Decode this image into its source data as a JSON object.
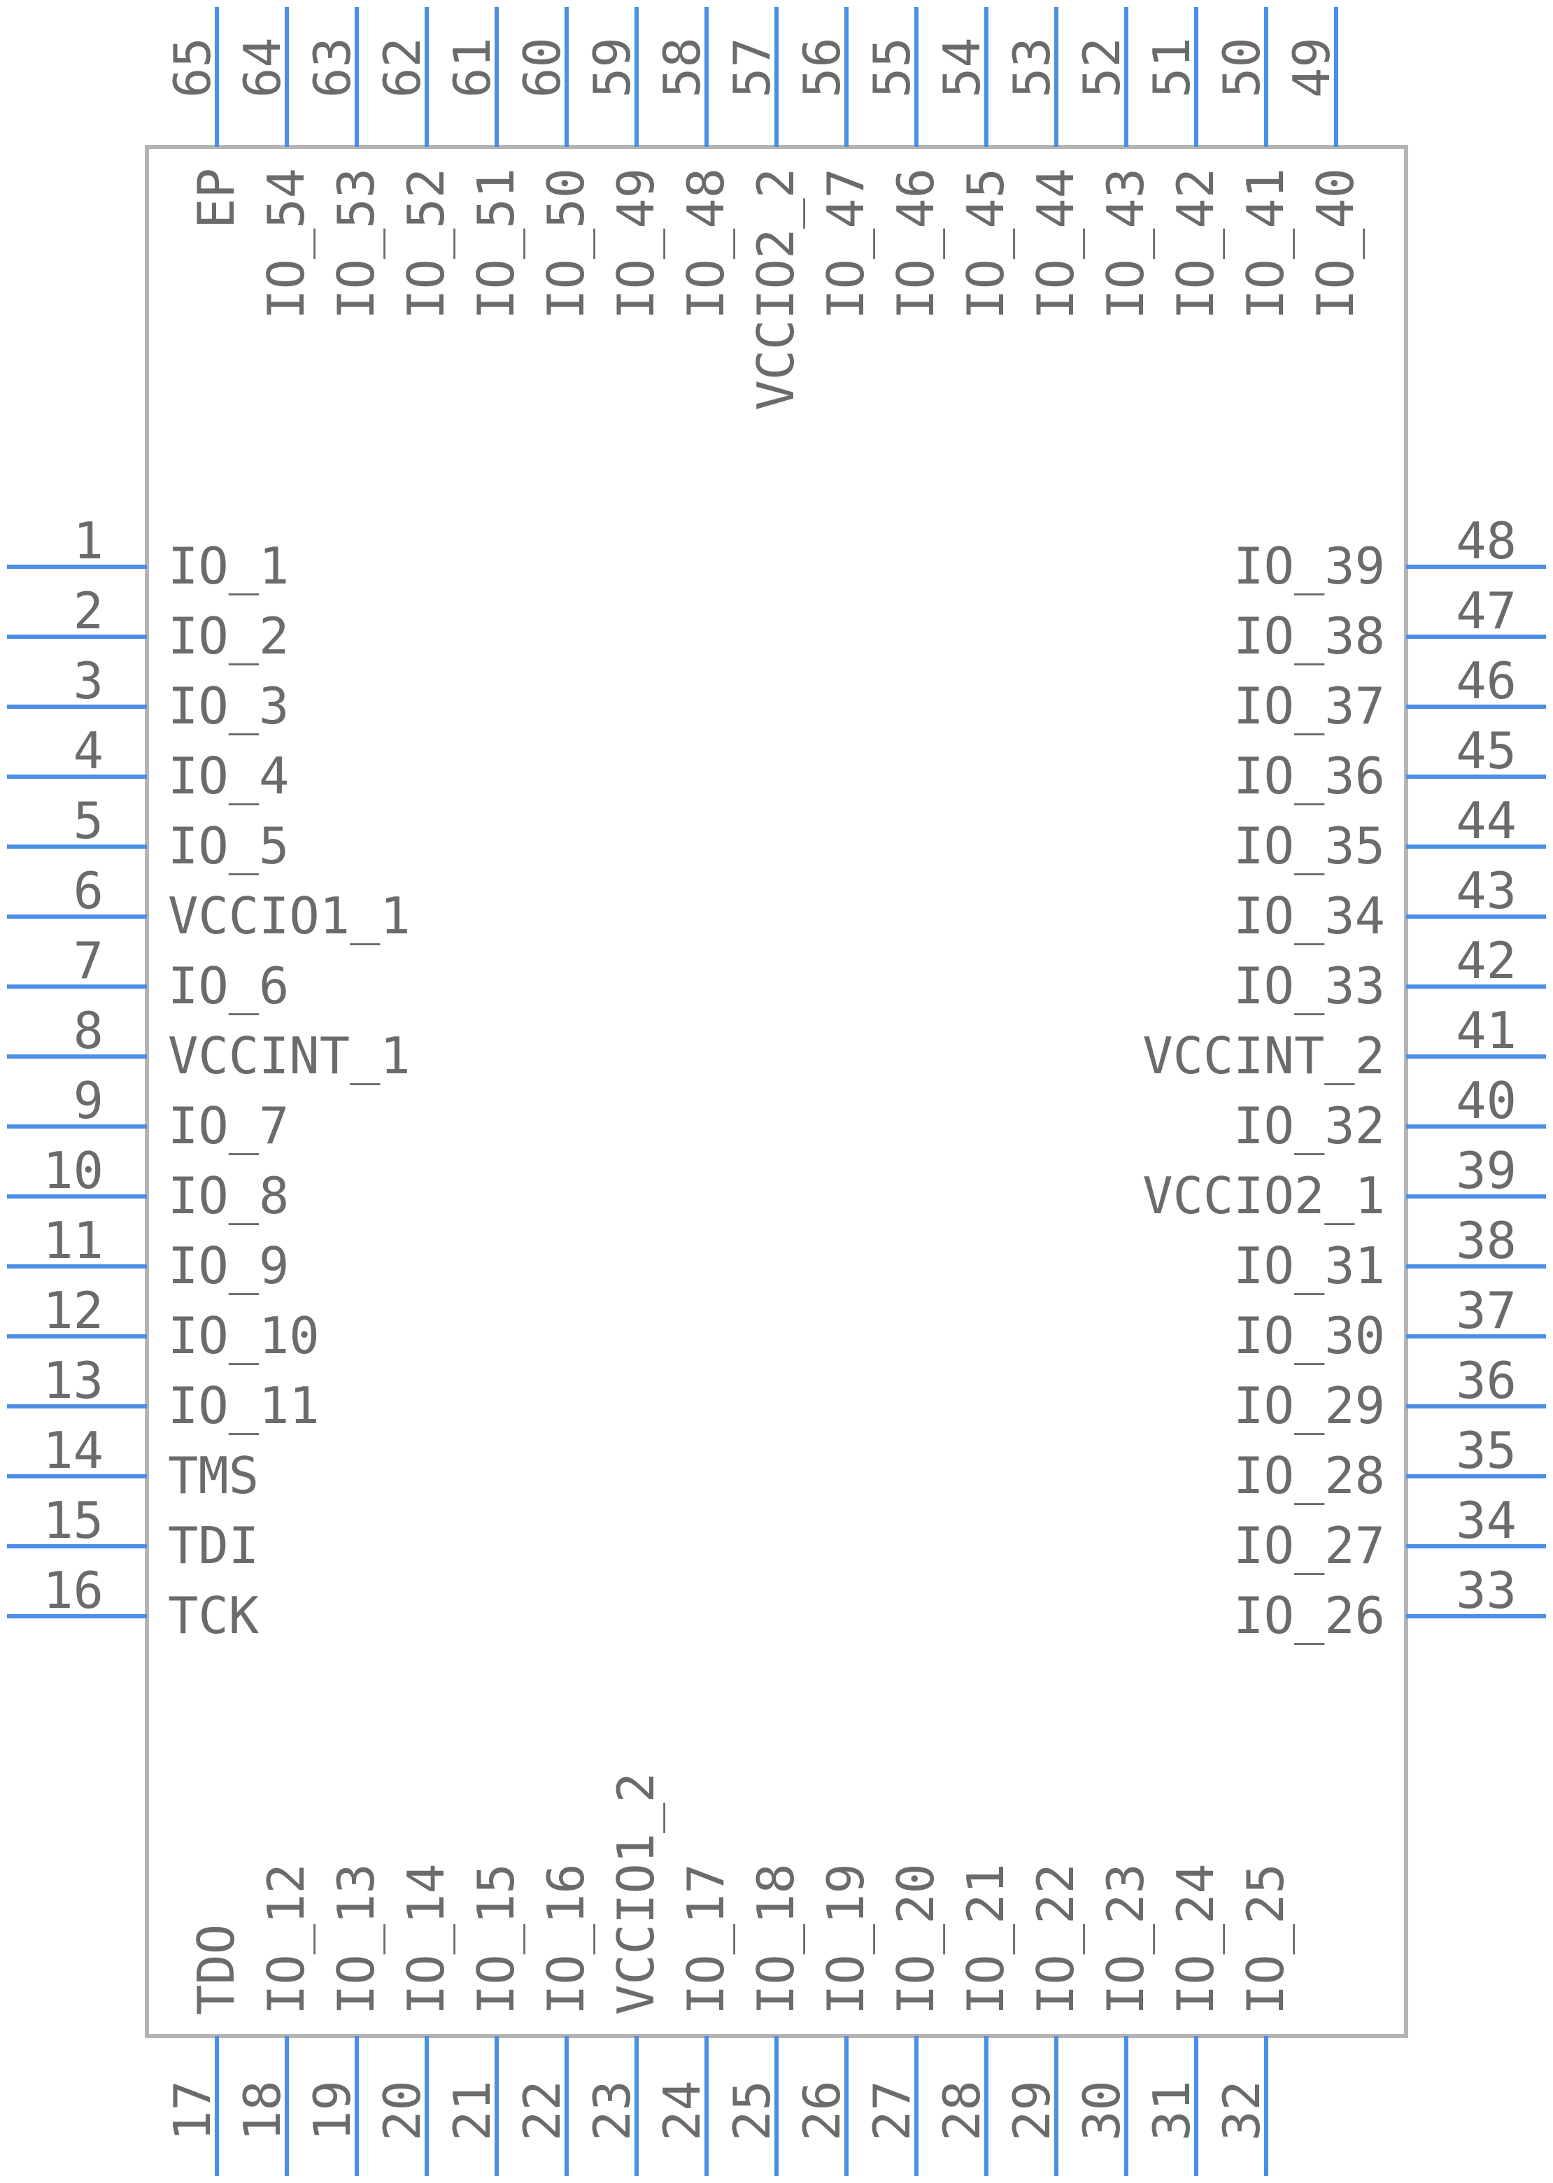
{
  "left_pins": [
    {
      "num": "1",
      "name": "IO_1"
    },
    {
      "num": "2",
      "name": "IO_2"
    },
    {
      "num": "3",
      "name": "IO_3"
    },
    {
      "num": "4",
      "name": "IO_4"
    },
    {
      "num": "5",
      "name": "IO_5"
    },
    {
      "num": "6",
      "name": "VCCIO1_1"
    },
    {
      "num": "7",
      "name": "IO_6"
    },
    {
      "num": "8",
      "name": "VCCINT_1"
    },
    {
      "num": "9",
      "name": "IO_7"
    },
    {
      "num": "10",
      "name": "IO_8"
    },
    {
      "num": "11",
      "name": "IO_9"
    },
    {
      "num": "12",
      "name": "IO_10"
    },
    {
      "num": "13",
      "name": "IO_11"
    },
    {
      "num": "14",
      "name": "TMS"
    },
    {
      "num": "15",
      "name": "TDI"
    },
    {
      "num": "16",
      "name": "TCK"
    }
  ],
  "right_pins": [
    {
      "num": "48",
      "name": "IO_39"
    },
    {
      "num": "47",
      "name": "IO_38"
    },
    {
      "num": "46",
      "name": "IO_37"
    },
    {
      "num": "45",
      "name": "IO_36"
    },
    {
      "num": "44",
      "name": "IO_35"
    },
    {
      "num": "43",
      "name": "IO_34"
    },
    {
      "num": "42",
      "name": "IO_33"
    },
    {
      "num": "41",
      "name": "VCCINT_2"
    },
    {
      "num": "40",
      "name": "IO_32"
    },
    {
      "num": "39",
      "name": "VCCIO2_1"
    },
    {
      "num": "38",
      "name": "IO_31"
    },
    {
      "num": "37",
      "name": "IO_30"
    },
    {
      "num": "36",
      "name": "IO_29"
    },
    {
      "num": "35",
      "name": "IO_28"
    },
    {
      "num": "34",
      "name": "IO_27"
    },
    {
      "num": "33",
      "name": "IO_26"
    }
  ],
  "top_pins": [
    {
      "num": "65",
      "name": "EP"
    },
    {
      "num": "64",
      "name": "IO_54"
    },
    {
      "num": "63",
      "name": "IO_53"
    },
    {
      "num": "62",
      "name": "IO_52"
    },
    {
      "num": "61",
      "name": "IO_51"
    },
    {
      "num": "60",
      "name": "IO_50"
    },
    {
      "num": "59",
      "name": "IO_49"
    },
    {
      "num": "58",
      "name": "IO_48"
    },
    {
      "num": "57",
      "name": "VCCIO2_2"
    },
    {
      "num": "56",
      "name": "IO_47"
    },
    {
      "num": "55",
      "name": "IO_46"
    },
    {
      "num": "54",
      "name": "IO_45"
    },
    {
      "num": "53",
      "name": "IO_44"
    },
    {
      "num": "52",
      "name": "IO_43"
    },
    {
      "num": "51",
      "name": "IO_42"
    },
    {
      "num": "50",
      "name": "IO_41"
    },
    {
      "num": "49",
      "name": "IO_40"
    }
  ],
  "bottom_pins": [
    {
      "num": "17",
      "name": "TDO"
    },
    {
      "num": "18",
      "name": "IO_12"
    },
    {
      "num": "19",
      "name": "IO_13"
    },
    {
      "num": "20",
      "name": "IO_14"
    },
    {
      "num": "21",
      "name": "IO_15"
    },
    {
      "num": "22",
      "name": "IO_16"
    },
    {
      "num": "23",
      "name": "VCCIO1_2"
    },
    {
      "num": "24",
      "name": "IO_17"
    },
    {
      "num": "25",
      "name": "IO_18"
    },
    {
      "num": "26",
      "name": "IO_19"
    },
    {
      "num": "27",
      "name": "IO_20"
    },
    {
      "num": "28",
      "name": "IO_21"
    },
    {
      "num": "29",
      "name": "IO_22"
    },
    {
      "num": "30",
      "name": "IO_23"
    },
    {
      "num": "31",
      "name": "IO_24"
    },
    {
      "num": "32",
      "name": "IO_25"
    }
  ],
  "colors": {
    "pin": "#4a8ee6",
    "outline": "#b4b4b4",
    "text": "#6b6b6b"
  }
}
